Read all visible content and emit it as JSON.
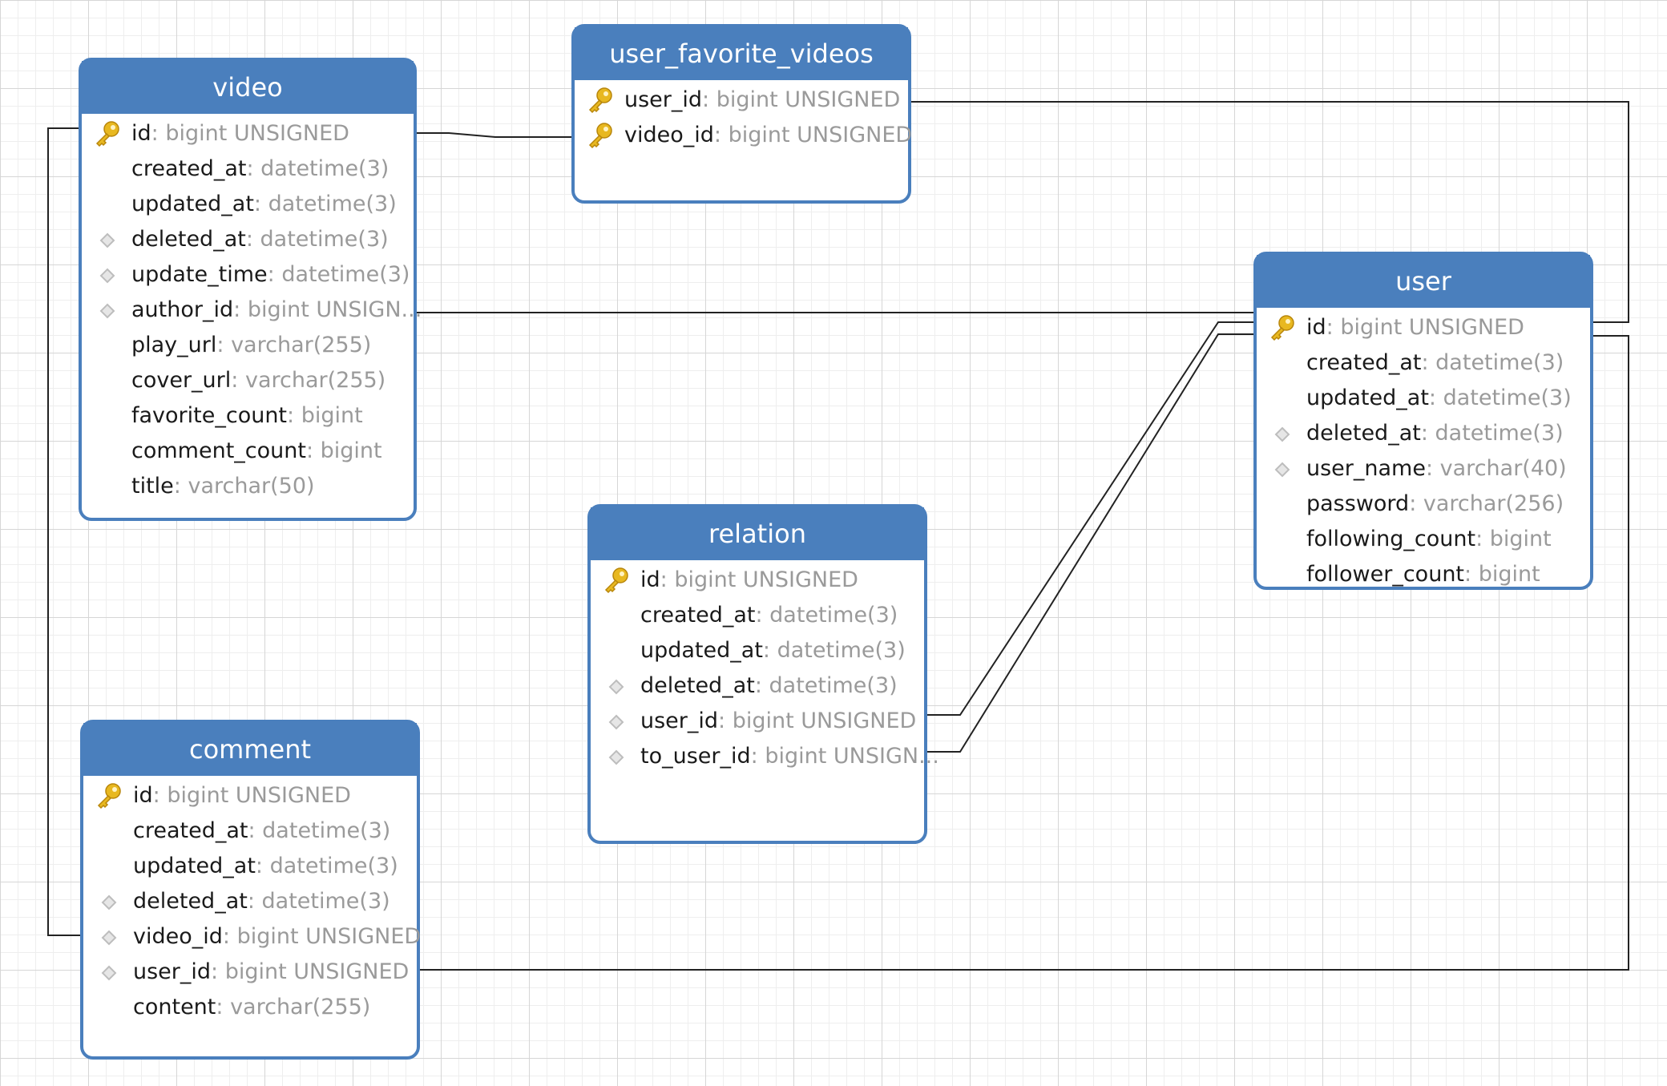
{
  "colors": {
    "header_bg": "#4a7fbd",
    "border": "#4a7fbd",
    "name_text": "#1a1a1a",
    "type_text": "#9a9a9a",
    "connector": "#222222",
    "key_icon": "#e8b820",
    "index_icon": "#bdbdbd"
  },
  "tables": [
    {
      "id": "video",
      "title": "video",
      "columns": [
        {
          "name": "id",
          "type": "bigint UNSIGNED",
          "icon": "key-icon"
        },
        {
          "name": "created_at",
          "type": "datetime(3)",
          "icon": ""
        },
        {
          "name": "updated_at",
          "type": "datetime(3)",
          "icon": ""
        },
        {
          "name": "deleted_at",
          "type": "datetime(3)",
          "icon": "index-diamond-icon"
        },
        {
          "name": "update_time",
          "type": "datetime(3)",
          "icon": "index-diamond-icon"
        },
        {
          "name": "author_id",
          "type": "bigint UNSIGN...",
          "icon": "index-diamond-icon"
        },
        {
          "name": "play_url",
          "type": "varchar(255)",
          "icon": ""
        },
        {
          "name": "cover_url",
          "type": "varchar(255)",
          "icon": ""
        },
        {
          "name": "favorite_count",
          "type": "bigint",
          "icon": ""
        },
        {
          "name": "comment_count",
          "type": "bigint",
          "icon": ""
        },
        {
          "name": "title",
          "type": "varchar(50)",
          "icon": ""
        }
      ]
    },
    {
      "id": "user_favorite_videos",
      "title": "user_favorite_videos",
      "columns": [
        {
          "name": "user_id",
          "type": "bigint UNSIGNED",
          "icon": "key-icon"
        },
        {
          "name": "video_id",
          "type": "bigint UNSIGNED",
          "icon": "key-icon"
        }
      ]
    },
    {
      "id": "user",
      "title": "user",
      "columns": [
        {
          "name": "id",
          "type": "bigint UNSIGNED",
          "icon": "key-icon"
        },
        {
          "name": "created_at",
          "type": "datetime(3)",
          "icon": ""
        },
        {
          "name": "updated_at",
          "type": "datetime(3)",
          "icon": ""
        },
        {
          "name": "deleted_at",
          "type": "datetime(3)",
          "icon": "index-diamond-icon"
        },
        {
          "name": "user_name",
          "type": "varchar(40)",
          "icon": "index-diamond-icon"
        },
        {
          "name": "password",
          "type": "varchar(256)",
          "icon": ""
        },
        {
          "name": "following_count",
          "type": "bigint",
          "icon": ""
        },
        {
          "name": "follower_count",
          "type": "bigint",
          "icon": ""
        }
      ]
    },
    {
      "id": "relation",
      "title": "relation",
      "columns": [
        {
          "name": "id",
          "type": "bigint UNSIGNED",
          "icon": "key-icon"
        },
        {
          "name": "created_at",
          "type": "datetime(3)",
          "icon": ""
        },
        {
          "name": "updated_at",
          "type": "datetime(3)",
          "icon": ""
        },
        {
          "name": "deleted_at",
          "type": "datetime(3)",
          "icon": "index-diamond-icon"
        },
        {
          "name": "user_id",
          "type": "bigint UNSIGNED",
          "icon": "index-diamond-icon"
        },
        {
          "name": "to_user_id",
          "type": "bigint UNSIGN...",
          "icon": "index-diamond-icon"
        }
      ]
    },
    {
      "id": "comment",
      "title": "comment",
      "columns": [
        {
          "name": "id",
          "type": "bigint UNSIGNED",
          "icon": "key-icon"
        },
        {
          "name": "created_at",
          "type": "datetime(3)",
          "icon": ""
        },
        {
          "name": "updated_at",
          "type": "datetime(3)",
          "icon": ""
        },
        {
          "name": "deleted_at",
          "type": "datetime(3)",
          "icon": "index-diamond-icon"
        },
        {
          "name": "video_id",
          "type": "bigint UNSIGNED",
          "icon": "index-diamond-icon"
        },
        {
          "name": "user_id",
          "type": "bigint UNSIGNED",
          "icon": "index-diamond-icon"
        },
        {
          "name": "content",
          "type": "varchar(255)",
          "icon": ""
        }
      ]
    }
  ],
  "relations": [
    {
      "id": "video-to-user_favorite_videos",
      "from": "video.id",
      "to": "user_favorite_videos.video_id"
    },
    {
      "id": "user_favorite_videos-to-user",
      "from": "user_favorite_videos.user_id",
      "to": "user.id"
    },
    {
      "id": "video-author-to-user",
      "from": "video.author_id",
      "to": "user.id"
    },
    {
      "id": "relation-user-to-user",
      "from": "relation.user_id",
      "to": "user.id"
    },
    {
      "id": "relation-to_user-to-user",
      "from": "relation.to_user_id",
      "to": "user.id"
    },
    {
      "id": "comment-video-to-video",
      "from": "comment.video_id",
      "to": "video.id"
    },
    {
      "id": "comment-user-to-user",
      "from": "comment.user_id",
      "to": "user.id"
    }
  ]
}
